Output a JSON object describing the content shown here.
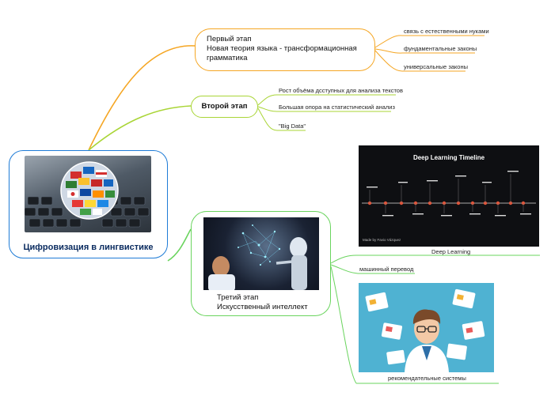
{
  "root": {
    "title": "Цифровизация в лингвистике"
  },
  "stage1": {
    "line1": "Первый этап",
    "line2": "Новая теория языка - трансформационная",
    "line3": "грамматика",
    "leaves": [
      "связь с естественными нуками",
      "фундаментальные законы",
      "универсальные законы"
    ]
  },
  "stage2": {
    "title": "Второй этап",
    "leaves": [
      "Рост объёма дсступных для анализа текстов",
      "Большая опора на статистический анализ",
      "\"Big Data\""
    ]
  },
  "stage3": {
    "line1": "Третий этап",
    "line2": "Искусственный интеллект",
    "leaves": [
      "Deep Learning",
      "машинный перевод",
      "рекомендательные системы"
    ],
    "deep_learning_image": {
      "title": "Deep Learning Timeline",
      "credit": "Made by Favio Vázquez"
    }
  },
  "colors": {
    "root_border": "#1e7bd6",
    "stage1": "#f5a623",
    "stage2": "#a9d536",
    "stage3": "#6ad45e",
    "root_title": "#0b2c60"
  }
}
